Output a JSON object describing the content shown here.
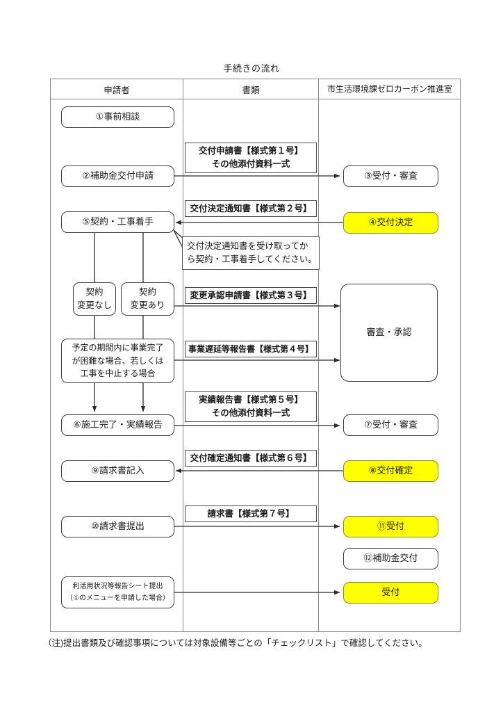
{
  "title": "手続きの流れ",
  "columns": {
    "applicant": "申請者",
    "documents": "書類",
    "office": "市生活環境課ゼロカーボン推進室"
  },
  "applicant_nodes": [
    {
      "id": "step1",
      "label": "①事前相談"
    },
    {
      "id": "step2",
      "label": "②補助金交付申請"
    },
    {
      "id": "step5",
      "label": "⑤契約・工事着手"
    },
    {
      "id": "no_change",
      "line1": "契約",
      "line2": "変更なし"
    },
    {
      "id": "has_change",
      "line1": "契約",
      "line2": "変更あり"
    },
    {
      "id": "delay_case",
      "line1": "予定の期間内に事業完了",
      "line2": "が困難な場合、若しくは",
      "line3": "工事を中止する場合"
    },
    {
      "id": "step6",
      "label": "⑥施工完了・実績報告"
    },
    {
      "id": "step9",
      "label": "⑨請求書記入"
    },
    {
      "id": "step10",
      "label": "⑩請求書提出"
    },
    {
      "id": "usage_report",
      "line1": "利活用状況等報告シート提出",
      "line2": "（①のメニューを申請した場合）"
    }
  ],
  "document_boxes": [
    {
      "id": "doc1",
      "line1": "交付申請書【様式第１号】",
      "line2": "その他添付資料一式"
    },
    {
      "id": "doc2",
      "line1": "交付決定通知書【様式第２号】",
      "line2": ""
    },
    {
      "id": "doc3",
      "line1": "変更承認申請書【様式第３号】",
      "line2": ""
    },
    {
      "id": "doc4",
      "line1": "事業遅延等報告書【様式第４号】",
      "line2": ""
    },
    {
      "id": "doc5",
      "line1": "実績報告書【様式第５号】",
      "line2": "その他添付資料一式"
    },
    {
      "id": "doc6",
      "line1": "交付確定通知書【様式第６号】",
      "line2": ""
    },
    {
      "id": "doc7",
      "line1": "請求書【様式第７号】",
      "line2": ""
    }
  ],
  "callout": {
    "line1": "交付決定通知書を受け取ってか",
    "line2": "ら契約・工事着手してください。"
  },
  "office_nodes": [
    {
      "id": "step3",
      "label": "③受付・審査",
      "highlight": false
    },
    {
      "id": "step4",
      "label": "④交付決定",
      "highlight": true
    },
    {
      "id": "review",
      "label": "審査・承認",
      "highlight": false
    },
    {
      "id": "step7",
      "label": "⑦受付・審査",
      "highlight": false
    },
    {
      "id": "step8",
      "label": "⑧交付確定",
      "highlight": true
    },
    {
      "id": "step11",
      "label": "⑪受付",
      "highlight": true
    },
    {
      "id": "step12",
      "label": "⑫補助金交付",
      "highlight": false
    },
    {
      "id": "step13",
      "label": "受付",
      "highlight": true
    }
  ],
  "footer_note": "（注)提出書類及び確認事項については対象設備等ごとの「チェックリスト」で確認してください。",
  "colors": {
    "highlight_fill": "#FFFF00",
    "highlight_border": "#8a8a22",
    "node_border": "#3f3f3f",
    "table_border": "#8a8a8a",
    "line": "#2b2b2b"
  }
}
